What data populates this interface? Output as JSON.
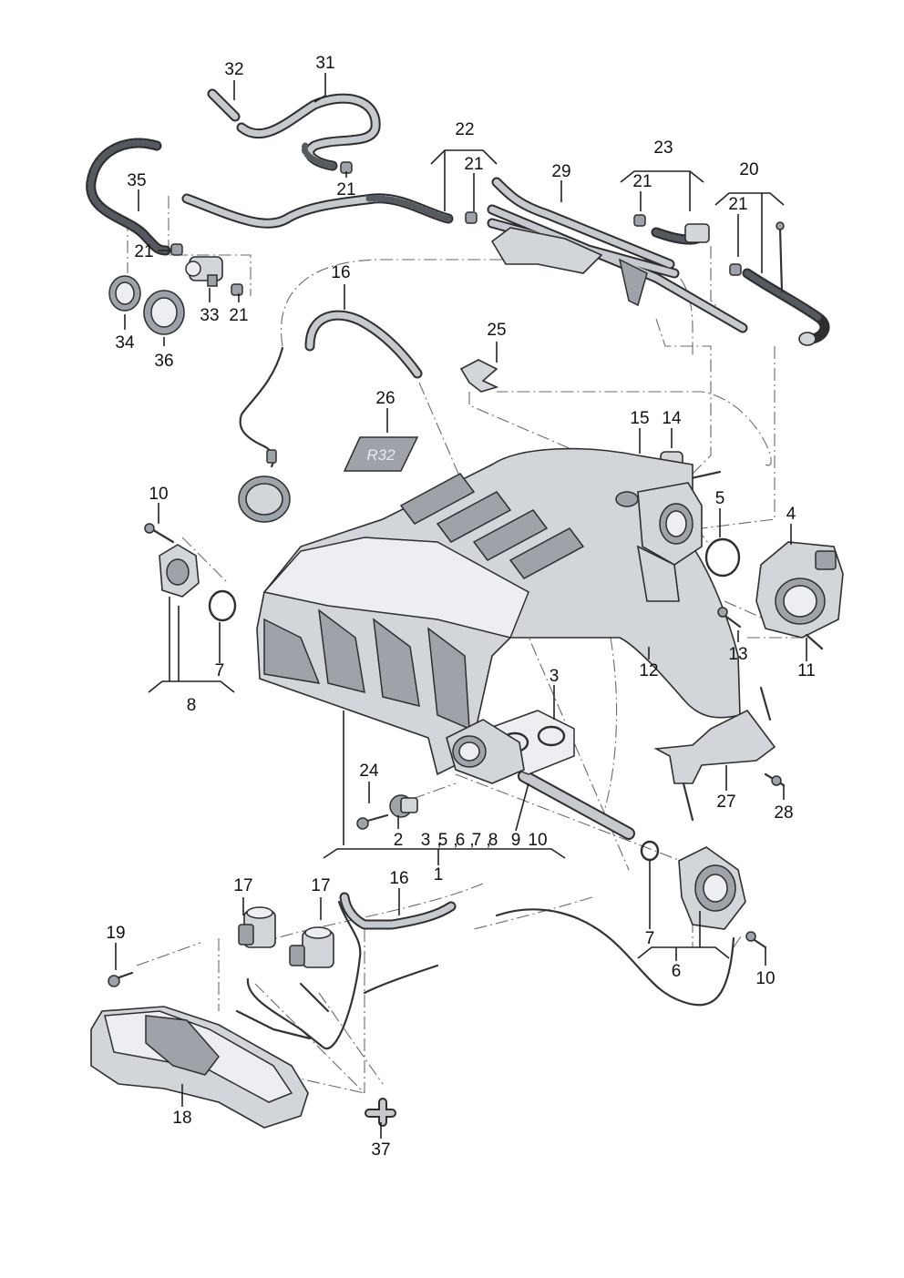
{
  "callouts": [
    {
      "id": "c1",
      "text": "1"
    },
    {
      "id": "c2",
      "text": "2"
    },
    {
      "id": "c3a",
      "text": "3"
    },
    {
      "id": "c3b",
      "text": "3"
    },
    {
      "id": "c5a",
      "text": "5"
    },
    {
      "id": "c5b",
      "text": "5"
    },
    {
      "id": "c6a",
      "text": "6"
    },
    {
      "id": "c6b",
      "text": "6"
    },
    {
      "id": "c7a",
      "text": "7"
    },
    {
      "id": "c7b",
      "text": "7"
    },
    {
      "id": "c7c",
      "text": "7"
    },
    {
      "id": "c8a",
      "text": "8"
    },
    {
      "id": "c8b",
      "text": "8"
    },
    {
      "id": "c9",
      "text": "9"
    },
    {
      "id": "c10a",
      "text": "10"
    },
    {
      "id": "c10b",
      "text": "10"
    },
    {
      "id": "c10c",
      "text": "10"
    },
    {
      "id": "c4",
      "text": "4"
    },
    {
      "id": "c11",
      "text": "11"
    },
    {
      "id": "c12",
      "text": "12"
    },
    {
      "id": "c13",
      "text": "13"
    },
    {
      "id": "c14",
      "text": "14"
    },
    {
      "id": "c15",
      "text": "15"
    },
    {
      "id": "c16a",
      "text": "16"
    },
    {
      "id": "c16b",
      "text": "16"
    },
    {
      "id": "c17a",
      "text": "17"
    },
    {
      "id": "c17b",
      "text": "17"
    },
    {
      "id": "c18",
      "text": "18"
    },
    {
      "id": "c19",
      "text": "19"
    },
    {
      "id": "c20",
      "text": "20"
    },
    {
      "id": "c21a",
      "text": "21"
    },
    {
      "id": "c21b",
      "text": "21"
    },
    {
      "id": "c21c",
      "text": "21"
    },
    {
      "id": "c21d",
      "text": "21"
    },
    {
      "id": "c21e",
      "text": "21"
    },
    {
      "id": "c21f",
      "text": "21"
    },
    {
      "id": "c22",
      "text": "22"
    },
    {
      "id": "c23",
      "text": "23"
    },
    {
      "id": "c24",
      "text": "24"
    },
    {
      "id": "c25",
      "text": "25"
    },
    {
      "id": "c26",
      "text": "26"
    },
    {
      "id": "c27",
      "text": "27"
    },
    {
      "id": "c28",
      "text": "28"
    },
    {
      "id": "c29",
      "text": "29"
    },
    {
      "id": "c31",
      "text": "31"
    },
    {
      "id": "c32",
      "text": "32"
    },
    {
      "id": "c33",
      "text": "33"
    },
    {
      "id": "c34",
      "text": "34"
    },
    {
      "id": "c35",
      "text": "35"
    },
    {
      "id": "c36",
      "text": "36"
    },
    {
      "id": "c37",
      "text": "37"
    }
  ],
  "badge": {
    "text": "R32"
  },
  "colors": {
    "line": "#222222",
    "part_fill": "#d2d5da",
    "part_dark": "#9ea3aa",
    "dash": "#6a6a6a"
  }
}
